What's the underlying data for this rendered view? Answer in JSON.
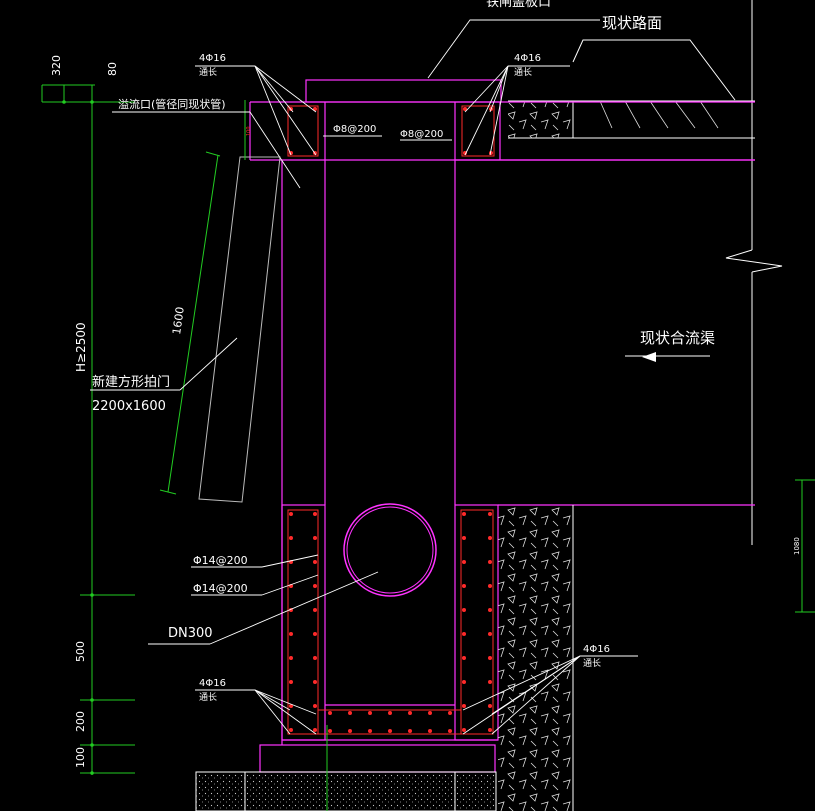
{
  "dimensions": {
    "d320": "320",
    "d80": "80",
    "h2500": "H≥2500",
    "d500": "500",
    "d200": "200",
    "d100": "100",
    "d1600": "1600",
    "d1080": "1080",
    "small": "100"
  },
  "labels": {
    "top_partial": "铁闸盖板口",
    "road": "现状路面",
    "overflow": "溢流口(管径同现状管)",
    "rebar_top_left": "4Φ16",
    "rebar_top_left_sub": "通长",
    "rebar_top_right": "4Φ16",
    "rebar_top_right_sub": "通长",
    "stirrup_left": "Φ8@200",
    "stirrup_right": "Φ8@200",
    "gate_title": "新建方形拍门",
    "gate_size": "2200x1600",
    "channel": "现状合流渠",
    "rebar_mid1": "Φ14@200",
    "rebar_mid2": "Φ14@200",
    "pipe": "DN300",
    "rebar_bot_left": "4Φ16",
    "rebar_bot_left_sub": "通长",
    "rebar_bot_right": "4Φ16",
    "rebar_bot_right_sub": "通长"
  },
  "colors": {
    "structure": "#ff33ff",
    "rebar": "#ff2a2a",
    "dimension": "#22cc22",
    "text": "#ffffff",
    "gate": "#bbbbbb"
  }
}
